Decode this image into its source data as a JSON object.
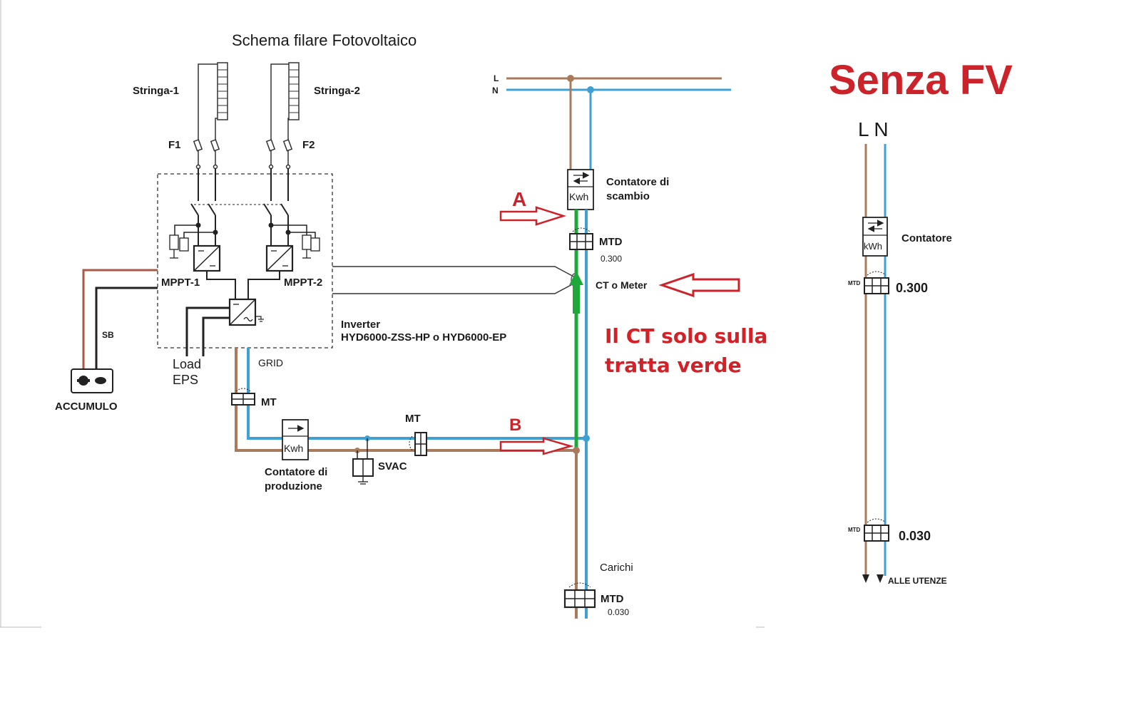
{
  "diagram": {
    "title": "Schema filare Fotovoltaico",
    "stringa1": "Stringa-1",
    "stringa2": "Stringa-2",
    "f1": "F1",
    "f2": "F2",
    "mppt1": "MPPT-1",
    "mppt2": "MPPT-2",
    "inverter_line1": "Inverter",
    "inverter_line2": "HYD6000-ZSS-HP o HYD6000-EP",
    "sb": "SB",
    "accumulo": "ACCUMULO",
    "load_line1": "Load",
    "load_line2": "EPS",
    "grid": "GRID",
    "mt1": "MT",
    "mt2": "MT",
    "kwh_prod": "Kwh",
    "contatore_prod_line1": "Contatore di",
    "contatore_prod_line2": "produzione",
    "svac": "SVAC",
    "l_label": "L",
    "n_label": "N",
    "kwh_scambio": "Kwh",
    "contatore_scambio_line1": "Contatore di",
    "contatore_scambio_line2": "scambio",
    "mtd_top": "MTD",
    "mtd_top_value": "0.300",
    "ct_meter": "CT o Meter",
    "callout_line1": "Il CT solo sulla",
    "callout_line2": "tratta verde",
    "arrow_a": "A",
    "arrow_b": "B",
    "carichi": "Carichi",
    "mtd_bottom": "MTD",
    "mtd_bottom_value": "0.030"
  },
  "senza_fv": {
    "title": "Senza FV",
    "ln": "L N",
    "kwh": "kWh",
    "contatore": "Contatore",
    "mtd1": "MTD",
    "value1": "0.300",
    "mtd2": "MTD",
    "value2": "0.030",
    "alle_utenze": "ALLE UTENZE"
  },
  "colors": {
    "phase_brown": "#a97b5c",
    "neutral_blue": "#3fa1d2",
    "green": "#1fa83a",
    "red": "#cc2229",
    "battery_wire": "#a85a4a"
  }
}
